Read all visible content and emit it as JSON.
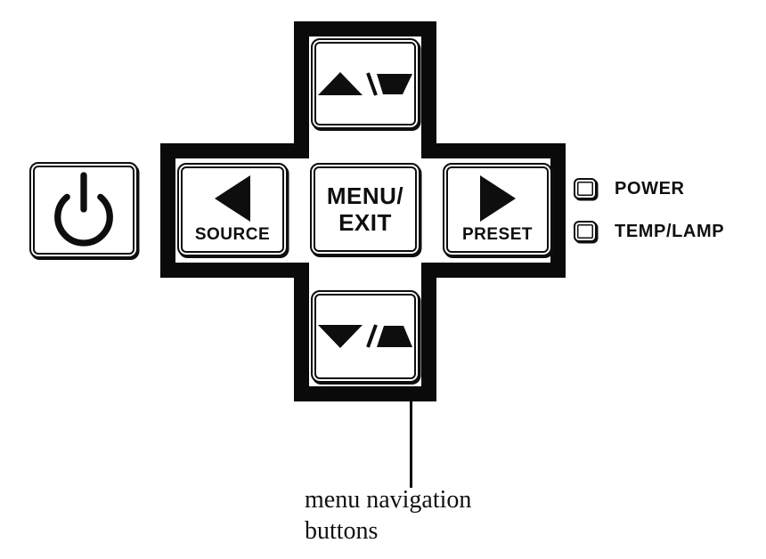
{
  "title": "projector control panel diagram",
  "panel": {
    "power_button": {
      "icon": "power-icon"
    },
    "up_button": {
      "icon": "up-arrow-keystone-icon"
    },
    "source_button": {
      "label": "SOURCE",
      "icon": "left-arrow-icon"
    },
    "menu_exit_button": {
      "label_line1": "MENU/",
      "label_line2": "EXIT"
    },
    "preset_button": {
      "label": "PRESET",
      "icon": "right-arrow-icon"
    },
    "down_button": {
      "icon": "down-arrow-keystone-icon"
    }
  },
  "indicators": {
    "power": {
      "label": "POWER",
      "icon": "led-square-icon"
    },
    "temp_lamp": {
      "label": "TEMP/LAMP",
      "icon": "led-square-icon"
    }
  },
  "caption": {
    "line1": "menu navigation",
    "line2": "buttons"
  },
  "colors": {
    "ink": "#0e0e0e",
    "background": "#ffffff"
  }
}
